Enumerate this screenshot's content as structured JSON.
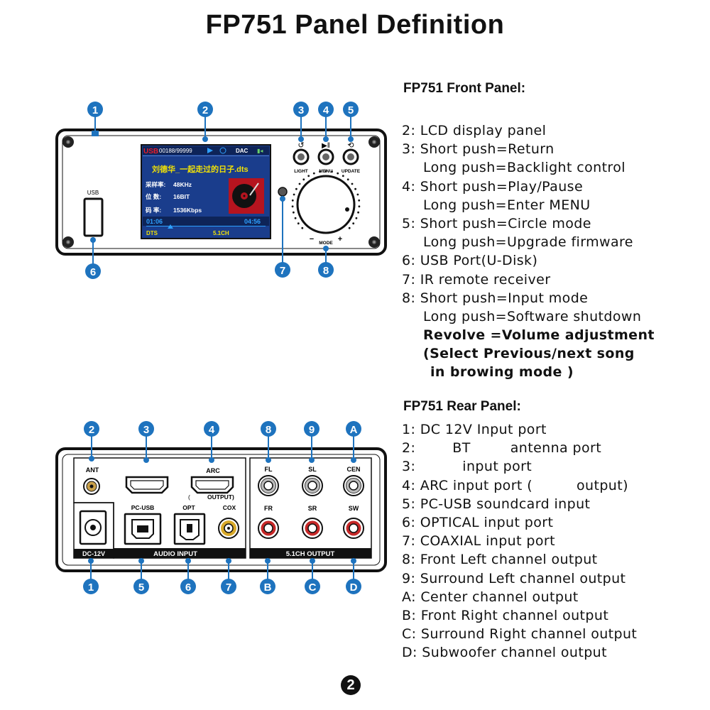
{
  "title": "FP751 Panel Definition",
  "front_panel": {
    "heading": "FP751 Front Panel:",
    "callouts": [
      "1",
      "2",
      "3",
      "4",
      "5",
      "6",
      "7",
      "8"
    ],
    "device": {
      "usb_label": "USB",
      "button_labels": [
        "LIGHT",
        "MENU",
        "UPDATE"
      ],
      "knob_label": "MODE",
      "knob_minus": "−",
      "knob_plus": "+",
      "lcd": {
        "source": "USB",
        "track_counter": "00188/99999",
        "dac": "DAC",
        "song": "刘德华_一起走过的日子.dts",
        "rows": [
          {
            "label": "采样率:",
            "value": "48KHz"
          },
          {
            "label": "位  数:",
            "value": "16BIT"
          },
          {
            "label": "码  率:",
            "value": "1536Kbps"
          }
        ],
        "elapsed": "01:06",
        "total": "04:56",
        "format": "DTS",
        "channels": "5.1CH"
      }
    },
    "items": [
      {
        "key": "2:",
        "text": "LCD display panel"
      },
      {
        "key": "3:",
        "text": "Short push=Return"
      },
      {
        "text": "Long push=Backlight control"
      },
      {
        "key": "4:",
        "text": "Short push=Play/Pause"
      },
      {
        "text": "Long push=Enter MENU"
      },
      {
        "key": "5:",
        "text": "Short push=Circle mode"
      },
      {
        "text": "Long push=Upgrade firmware"
      },
      {
        "key": "6:",
        "text": "USB Port(U-Disk)"
      },
      {
        "key": "7:",
        "text": "IR remote receiver"
      },
      {
        "key": "8:",
        "text": "Short push=Input mode"
      },
      {
        "text": "Long push=Software shutdown"
      }
    ],
    "bold_notes": [
      "Revolve =Volume adjustment",
      "(Select Previous/next song",
      "in browing mode )"
    ]
  },
  "rear_panel": {
    "heading": "FP751 Rear Panel:",
    "callouts_top": [
      "2",
      "3",
      "4",
      "8",
      "9",
      "A"
    ],
    "callouts_bottom": [
      "1",
      "5",
      "6",
      "7",
      "B",
      "C",
      "D"
    ],
    "device": {
      "ant": "ANT",
      "arc": "ARC",
      "arc_sub_left": "(",
      "arc_sub_right": "OUTPUT)",
      "pc_usb": "PC-USB",
      "opt": "OPT",
      "cox": "COX",
      "dc": "DC-12V",
      "audio_input": "AUDIO INPUT",
      "output_caption": "5.1CH OUTPUT",
      "outputs_top": [
        "FL",
        "SL",
        "CEN"
      ],
      "outputs_bottom": [
        "FR",
        "SR",
        "SW"
      ]
    },
    "items": [
      {
        "key": "1:",
        "text": "DC 12V Input port"
      },
      {
        "key": "2:",
        "text": "BT",
        "text2": "antenna port"
      },
      {
        "key": "3:",
        "text": "input port"
      },
      {
        "key": "4:",
        "text": "ARC input port (",
        "text2": "output)"
      },
      {
        "key": "5:",
        "text": "PC-USB soundcard input"
      },
      {
        "key": "6:",
        "text": "OPTICAL input port"
      },
      {
        "key": "7:",
        "text": "COAXIAL input port"
      },
      {
        "key": "8:",
        "text": "Front Left channel output"
      },
      {
        "key": "9:",
        "text": "Surround Left channel output"
      },
      {
        "key": "A:",
        "text": "Center channel output"
      },
      {
        "key": "B:",
        "text": "Front Right channel output"
      },
      {
        "key": "C:",
        "text": "Surround Right channel output"
      },
      {
        "key": "D:",
        "text": "Subwoofer channel output"
      }
    ]
  },
  "page_number": "2",
  "colors": {
    "callout": "#1e73be",
    "lcd_bg": "#1a3d8c",
    "lcd_yellow": "#f2e205",
    "lcd_title": "#e61e2c",
    "cox_ring": "#d8a92a",
    "rca_red": "#c62828"
  }
}
